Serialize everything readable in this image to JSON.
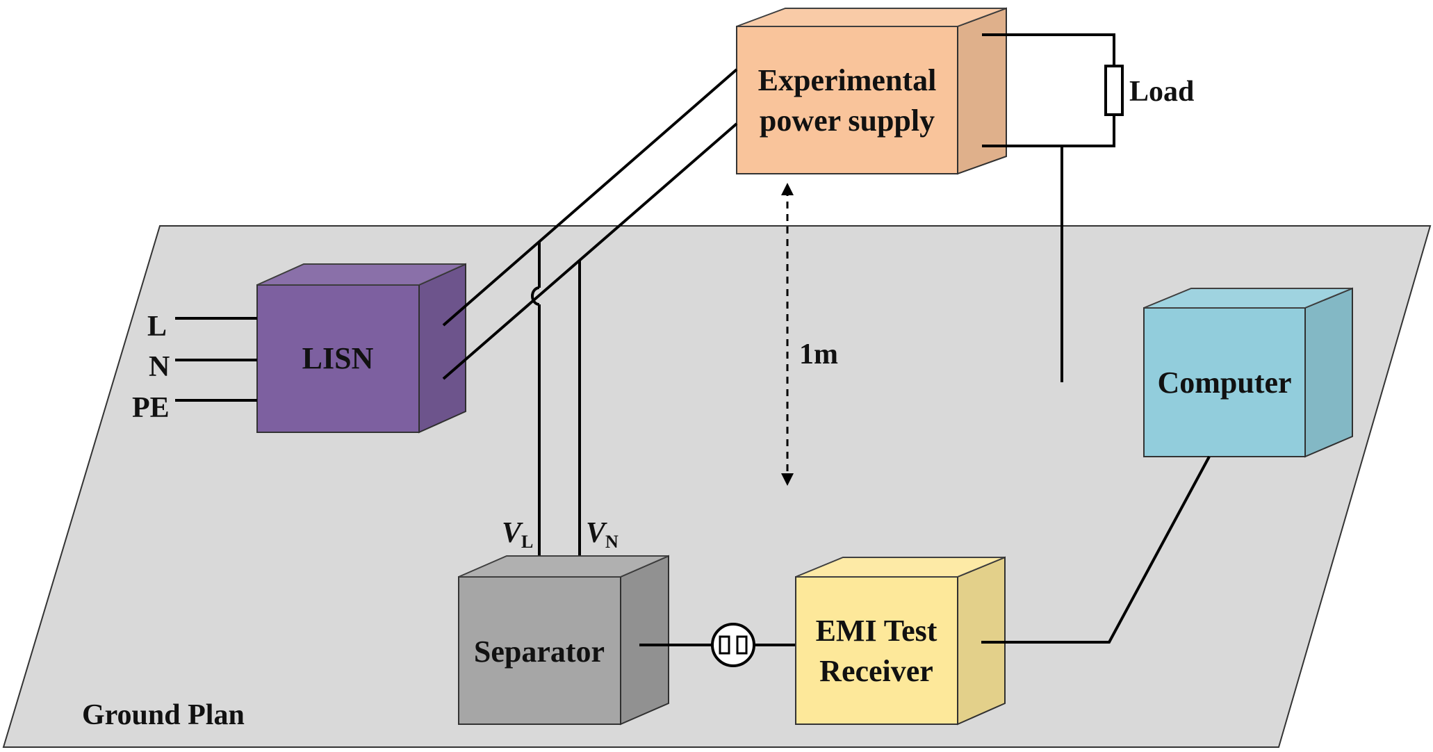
{
  "colors": {
    "ground": "#d9d9d9",
    "lisn": "#7d60a0",
    "power_supply": "#f9c49b",
    "computer": "#92cddc",
    "separator": "#a6a6a6",
    "emi": "#fde89a"
  },
  "labels": {
    "power_supply_line1": "Experimental",
    "power_supply_line2": "power supply",
    "load": "Load",
    "lisn": "LISN",
    "line_l": "L",
    "line_n": "N",
    "line_pe": "PE",
    "distance": "1m",
    "computer": "Computer",
    "separator": "Separator",
    "emi_line1": "EMI Test",
    "emi_line2": "Receiver",
    "ground_plan": "Ground Plan",
    "vl_main": "V",
    "vl_sub": "L",
    "vn_main": "V",
    "vn_sub": "N"
  }
}
